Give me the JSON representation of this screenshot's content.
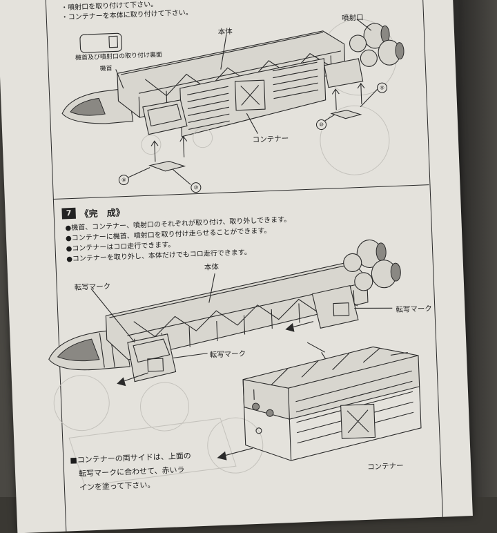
{
  "top_bullets": [
    "・噴射口を取り付けて下さい。",
    "・コンテナーを本体に取り付けて下さい。"
  ],
  "labels": {
    "mount_surface": "機首及び噴射口の取り付け裏面",
    "nose": "機首",
    "body_top": "本体",
    "nozzle": "噴射口",
    "container_top": "コンテナー",
    "body_mid": "本体",
    "decal_1": "転写マーク",
    "decal_2": "転写マーク",
    "decal_3": "転写マーク",
    "container_bottom": "コンテナー"
  },
  "part_numbers": {
    "n8": "⑧",
    "n9": "⑨",
    "n10a": "⑩",
    "n10b": "⑩"
  },
  "step7": {
    "number": "7",
    "title": "《完　成》",
    "bullets": [
      "●機首、コンテナー、噴射口のそれぞれが取り付け、取り外しできます。",
      "●コンテナーに機首、噴射口を取り付け走らせることができます。",
      "●コンテナーはコロ走行できます。",
      "●コンテナーを取り外し、本体だけでもコロ走行できます。"
    ]
  },
  "note": {
    "lines": [
      "■コンテナーの両サイドは、上面の",
      "転写マークに合わせて、赤いラ",
      "インを塗って下さい。"
    ]
  },
  "colors": {
    "paper": "#e4e2dc",
    "ink": "#1e1e1e",
    "background": "#3a3833"
  }
}
